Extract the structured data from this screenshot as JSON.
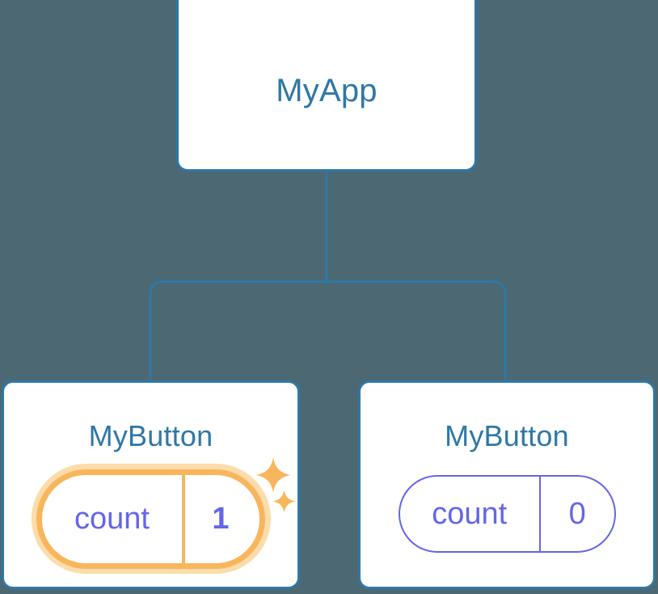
{
  "theme": {
    "background": "#4c6873",
    "card_background": "#ffffff",
    "card_border": "#2e78a6",
    "title_text": "#2e78a6",
    "connector": "#2e78a6",
    "state_accent": "#6366e8",
    "highlight_ring": "#f8b65c",
    "highlight_glow": "#fbdcaa",
    "sparkle": "#f8b65c"
  },
  "tree": {
    "root": {
      "title": "MyApp"
    },
    "children": [
      {
        "title": "MyButton",
        "state": {
          "key": "count",
          "value": "1"
        },
        "highlighted": true,
        "sparkle_large": "sparkle-icon",
        "sparkle_small": "sparkle-icon"
      },
      {
        "title": "MyButton",
        "state": {
          "key": "count",
          "value": "0"
        },
        "highlighted": false
      }
    ]
  }
}
